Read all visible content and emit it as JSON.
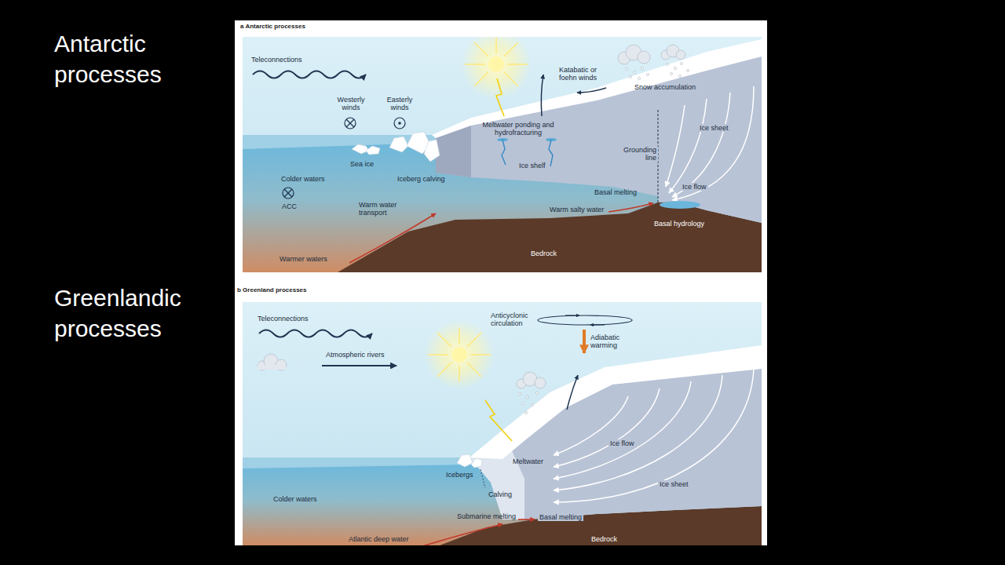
{
  "diagram": {
    "labels": [
      "Antarctic processes",
      "a Antarctic processes",
      "Teleconnections",
      "Westerly winds",
      "Easterly winds",
      "Meltwater ponding and hydrofracturing",
      "Katabatic or foehn winds",
      "Snow accumulation",
      "Ice sheet",
      "Sea ice",
      "Grounding line",
      "Iceberg calving",
      "Ice shelf",
      "Colder waters",
      "Basal melting",
      "Ice flow",
      "ACC",
      "Warm water transport",
      "Warm salty water",
      "Basal hydrology",
      "Warmer waters",
      "Bedrock",
      "Greenlandic processes",
      "b Greenland processes",
      "Teleconnections",
      "Anticyclonic circulation",
      "Adiabatic warming",
      "Atmospheric rivers",
      "Ice flow",
      "Meltwater",
      "Icebergs",
      "Ice sheet",
      "Calving",
      "Colder waters",
      "Submarine melting",
      "Basal melting",
      "Atlantic deep water",
      "Bedrock"
    ]
  }
}
